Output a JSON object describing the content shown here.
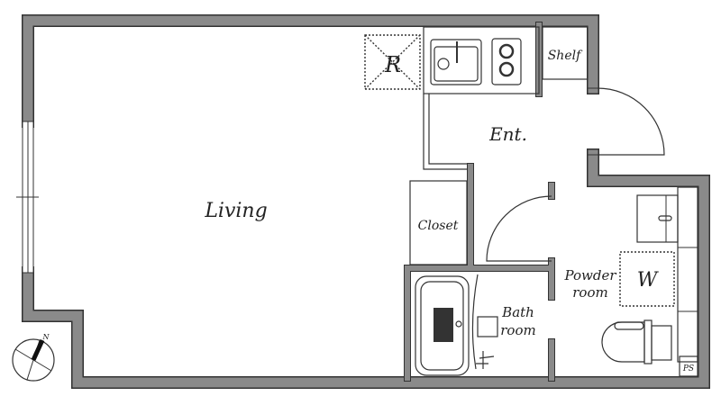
{
  "floor_plan": {
    "rooms": {
      "living": "Living",
      "entrance": "Ent.",
      "closet": "Closet",
      "shelf": "Shelf",
      "powder_room_line1": "Powder",
      "powder_room_line2": "room",
      "bathroom_line1": "Bath",
      "bathroom_line2": "room"
    },
    "fixtures": {
      "refrigerator": "R",
      "washer": "W",
      "pipe_space": "PS"
    },
    "compass": {
      "north": "N"
    },
    "colors": {
      "wall": "#8a8a8a",
      "outline": "#333333"
    }
  }
}
